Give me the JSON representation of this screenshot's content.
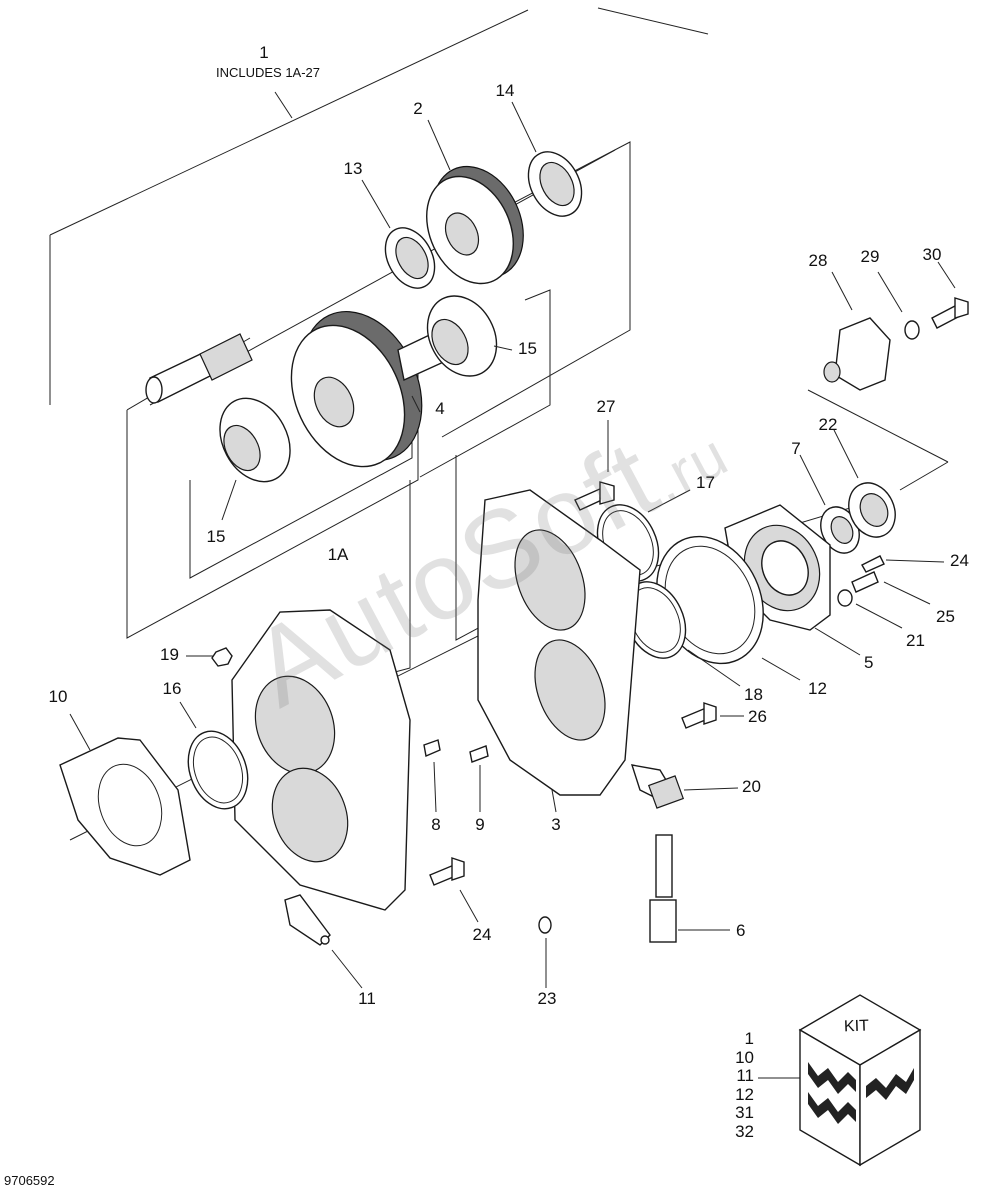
{
  "header": {
    "assembly_number": "1",
    "includes_note": "INCLUDES 1A-27"
  },
  "callouts": [
    {
      "id": "2",
      "text": "2"
    },
    {
      "id": "13",
      "text": "13"
    },
    {
      "id": "14",
      "text": "14"
    },
    {
      "id": "15a",
      "text": "15"
    },
    {
      "id": "15b",
      "text": "15"
    },
    {
      "id": "4",
      "text": "4"
    },
    {
      "id": "1A",
      "text": "1A"
    },
    {
      "id": "28",
      "text": "28"
    },
    {
      "id": "29",
      "text": "29"
    },
    {
      "id": "30",
      "text": "30"
    },
    {
      "id": "27",
      "text": "27"
    },
    {
      "id": "17",
      "text": "17"
    },
    {
      "id": "22",
      "text": "22"
    },
    {
      "id": "7",
      "text": "7"
    },
    {
      "id": "24a",
      "text": "24"
    },
    {
      "id": "25",
      "text": "25"
    },
    {
      "id": "21",
      "text": "21"
    },
    {
      "id": "5",
      "text": "5"
    },
    {
      "id": "12",
      "text": "12"
    },
    {
      "id": "18",
      "text": "18"
    },
    {
      "id": "26",
      "text": "26"
    },
    {
      "id": "19",
      "text": "19"
    },
    {
      "id": "16",
      "text": "16"
    },
    {
      "id": "10",
      "text": "10"
    },
    {
      "id": "8",
      "text": "8"
    },
    {
      "id": "9",
      "text": "9"
    },
    {
      "id": "3",
      "text": "3"
    },
    {
      "id": "20",
      "text": "20"
    },
    {
      "id": "24b",
      "text": "24"
    },
    {
      "id": "6",
      "text": "6"
    },
    {
      "id": "23",
      "text": "23"
    },
    {
      "id": "11",
      "text": "11"
    }
  ],
  "kit": {
    "label": "KIT",
    "items": [
      "1",
      "10",
      "11",
      "12",
      "31",
      "32"
    ]
  },
  "watermark": {
    "main": "AutoSoft",
    "suffix": ".ru"
  },
  "figure_id": "9706592"
}
